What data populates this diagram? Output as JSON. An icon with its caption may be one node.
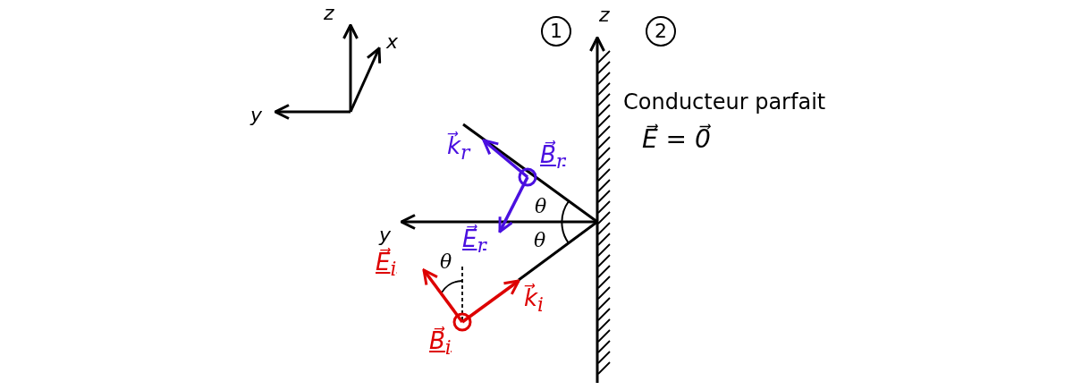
{
  "diagram": {
    "nodes": [
      {
        "text": [
          "1"
        ]
      },
      {
        "text": [
          "2"
        ]
      }
    ],
    "labels": [
      "z",
      "x",
      "y",
      "z",
      "Conducteur parfait",
      "E⃗ = 0⃗",
      "k⃗$_{r}$",
      "B⃗$_{r}$",
      "θ",
      "θ",
      "y",
      "E⃗$_{r}$",
      "E⃗$_{i}$",
      "θ",
      "k⃗$_{i}$",
      "B⃗$_{i}$"
    ]
  }
}
